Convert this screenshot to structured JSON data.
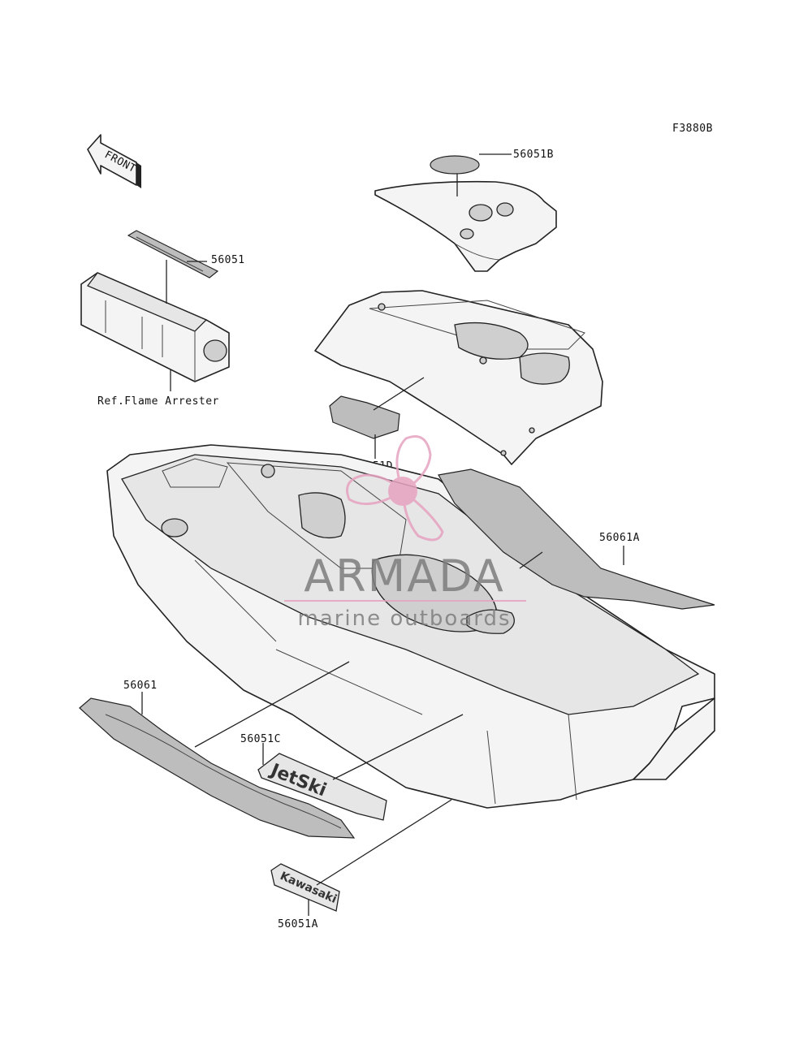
{
  "figure_code": "F3880B",
  "front_arrow": {
    "text": "FRONT"
  },
  "labels": {
    "p56051": "56051",
    "p56051a": "56051A",
    "p56051b": "56051B",
    "p56051c": "56051C",
    "p56051d": "56051D",
    "p56061": "56061",
    "p56061a": "56061A",
    "ref_flame_arrester": "Ref.Flame Arrester"
  },
  "decals": {
    "jetski": "JetSki",
    "kawasaki": "Kawasaki"
  },
  "watermark": {
    "title": "ARMADA",
    "subtitle": "marine outboards",
    "accent_color": "#e6a3c0",
    "text_color": "#7d7d7d"
  }
}
